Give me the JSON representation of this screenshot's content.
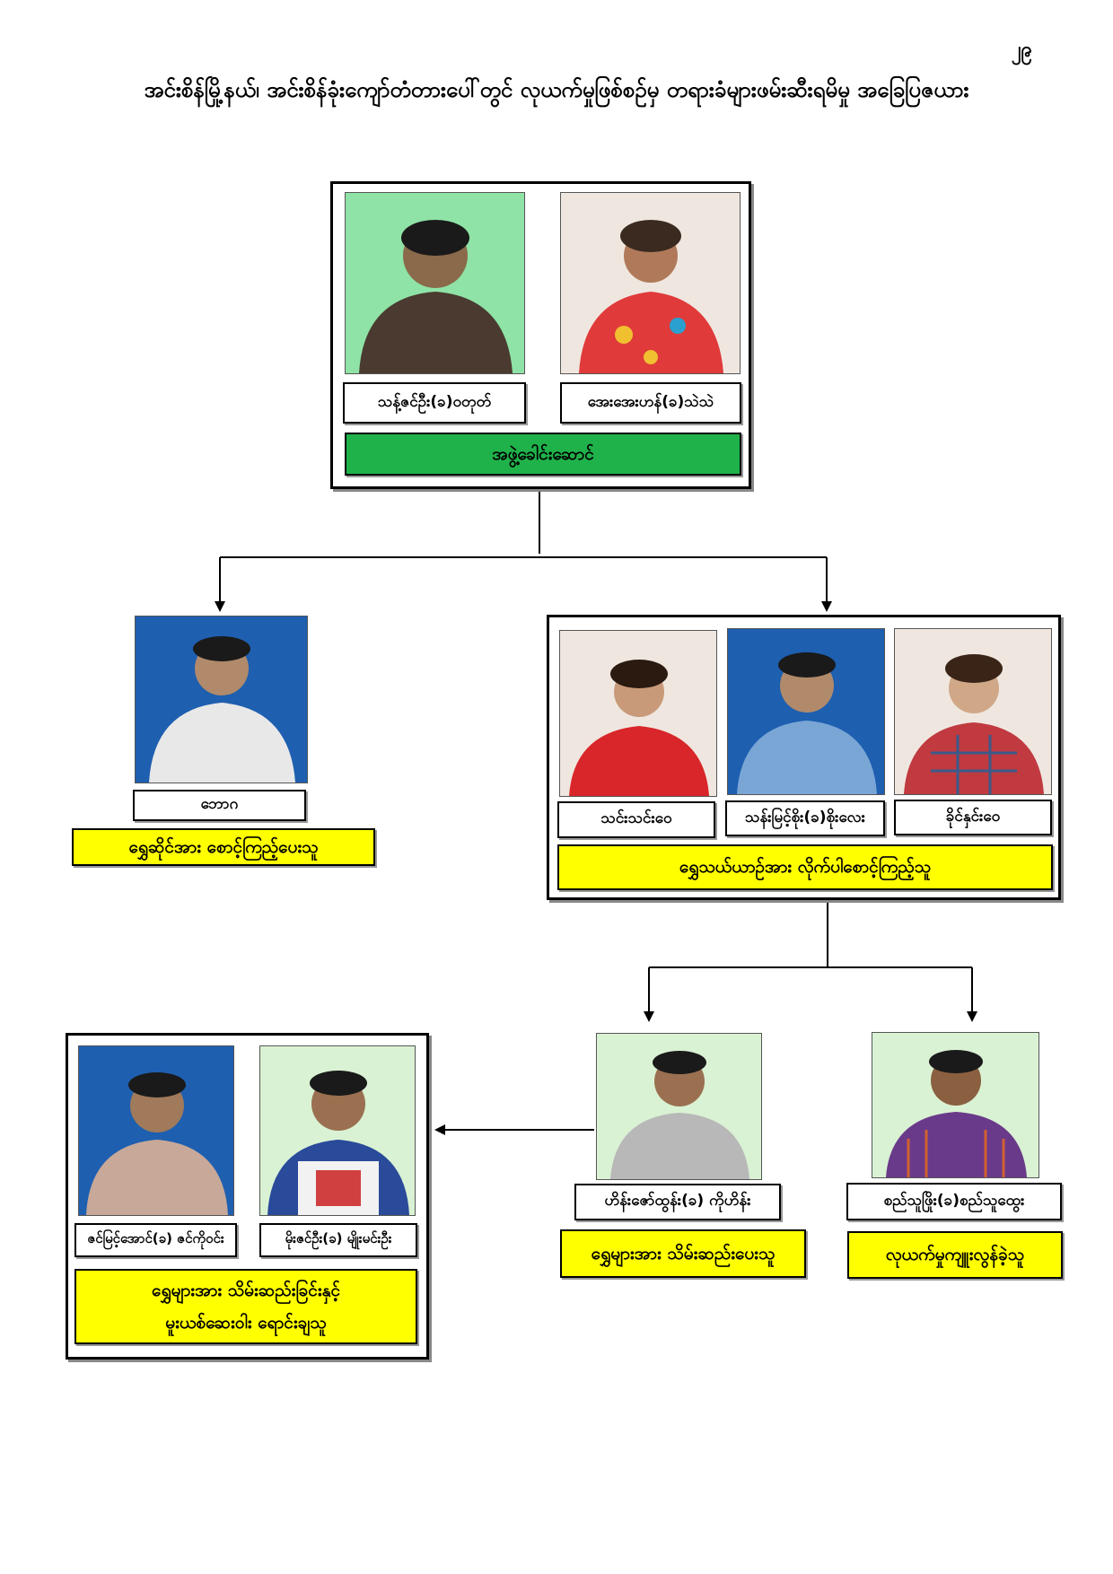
{
  "page_number": "၂၉",
  "title": "အင်းစိန်မြို့နယ်၊ အင်းစိန်ခုံးကျော်တံတားပေါ်တွင် လုယက်မှုဖြစ်စဉ်မှ တရားခံများဖမ်းဆီးရမိမှု အခြေပြဇယား",
  "leaders": {
    "role": "အဖွဲ့ခေါင်းဆောင်",
    "members": [
      {
        "name": "သန့်ဇင်ဦး(ခ)ဝတုတ်"
      },
      {
        "name": "အေးအေးဟန်(ခ)သဲသဲ"
      }
    ]
  },
  "left_branch": {
    "name": "ဘောဂ",
    "role": "ရွှေဆိုင်အား စောင့်ကြည့်ပေးသူ"
  },
  "watch_group": {
    "role": "ရွှေသယ်ယာဉ်အား လိုက်ပါစောင့်ကြည့်သူ",
    "members": [
      {
        "name": "သင်းသင်းဝေ"
      },
      {
        "name": "သန်းမြင့်စိုး(ခ)စိုးလေး"
      },
      {
        "name": "ခိုင်နှင်းဝေ"
      }
    ]
  },
  "keeper": {
    "name": "ဟိန်းဇော်ထွန်း(ခ) ကိုဟိန်း",
    "role": "ရွှေများအား သိမ်းဆည်းပေးသူ"
  },
  "robber": {
    "name": "စည်သူဖြိုး(ခ)စည်သူထွေး",
    "role": "လုယက်မှုကျူးလွန်ခဲ့သူ"
  },
  "seller_group": {
    "role_line1": "ရွှေများအား သိမ်းဆည်းခြင်းနှင့်",
    "role_line2": "မူးယစ်ဆေးဝါး ရောင်းချသူ",
    "members": [
      {
        "name": "ဇင်မြင့်အောင်(ခ) ဇင်ကိုဝင်း"
      },
      {
        "name": "မိုးဇင်ဦး(ခ) မျိုးမင်းဦး"
      }
    ]
  },
  "colors": {
    "role_yellow": "#ffff00",
    "leader_green": "#1fb24a",
    "bg_green": "#8fe3a6",
    "bg_beige": "#efe7df",
    "bg_blue": "#1e5fb0",
    "bg_mint": "#d9f2d3"
  }
}
